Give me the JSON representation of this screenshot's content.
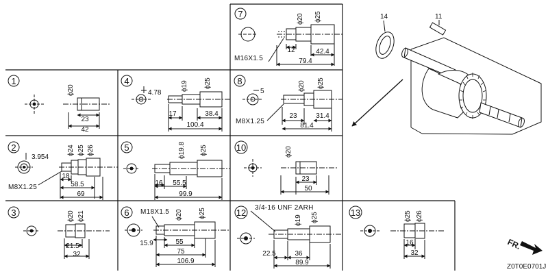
{
  "panels": [
    {
      "id": "p1",
      "number": "1",
      "diameters": [
        "ϕ20"
      ],
      "thread": "",
      "dims": [
        "23",
        "42"
      ]
    },
    {
      "id": "p2",
      "number": "2",
      "diameters": [
        "ϕ24",
        "ϕ25",
        "ϕ26"
      ],
      "thread": "M8X1.25",
      "side": "3.954",
      "dims": [
        "18",
        "58.5",
        "69"
      ]
    },
    {
      "id": "p3",
      "number": "3",
      "diameters": [
        "ϕ20",
        "ϕ21"
      ],
      "thread": "",
      "dims": [
        "21.5",
        "32"
      ]
    },
    {
      "id": "p4",
      "number": "4",
      "diameters": [
        "ϕ19",
        "ϕ25"
      ],
      "thread": "",
      "side": "4.78",
      "dims": [
        "17",
        "38.4",
        "100.4"
      ]
    },
    {
      "id": "p5",
      "number": "5",
      "diameters": [
        "ϕ19.8",
        "ϕ25"
      ],
      "thread": "",
      "dims": [
        "16",
        "55.5",
        "99.9"
      ]
    },
    {
      "id": "p6",
      "number": "6",
      "diameters": [
        "ϕ20",
        "ϕ25"
      ],
      "thread": "M18X1.5",
      "dims": [
        "15.9",
        "55",
        "75",
        "106.9"
      ]
    },
    {
      "id": "p7",
      "number": "7",
      "diameters": [
        "ϕ20",
        "ϕ25"
      ],
      "thread": "M16X1.5",
      "dims": [
        "12",
        "42.4",
        "79.4"
      ]
    },
    {
      "id": "p8",
      "number": "8",
      "diameters": [
        "ϕ20",
        "ϕ25"
      ],
      "thread": "M8X1.25",
      "side": "5",
      "dims": [
        "23",
        "31.4",
        "81.4"
      ]
    },
    {
      "id": "p10",
      "number": "10",
      "diameters": [
        "ϕ20"
      ],
      "thread": "",
      "dims": [
        "23",
        "50"
      ]
    },
    {
      "id": "p12",
      "number": "12",
      "diameters": [
        "ϕ19",
        "ϕ25"
      ],
      "thread": "3/4-16 UNF 2ARH",
      "dims": [
        "22.5",
        "36",
        "89.9"
      ]
    },
    {
      "id": "p13",
      "number": "13",
      "diameters": [
        "ϕ25",
        "ϕ26"
      ],
      "thread": "",
      "dims": [
        "16",
        "32"
      ]
    }
  ],
  "parts": {
    "part14": "14",
    "part11": "11"
  },
  "direction_label": "FR.",
  "drawing_code": "Z0T0E0701J"
}
